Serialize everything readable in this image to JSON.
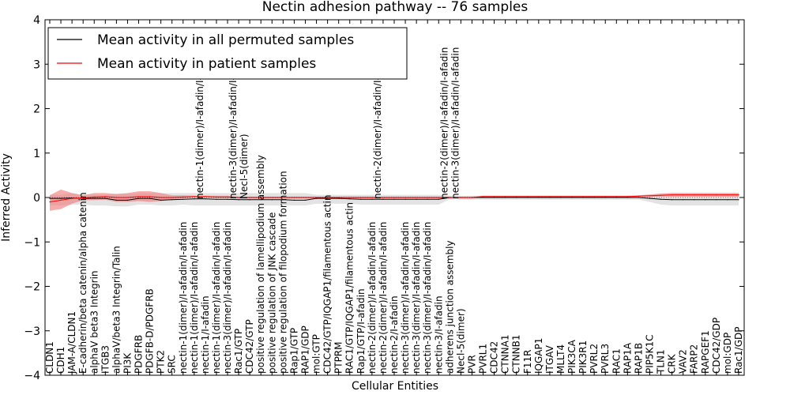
{
  "chart_data": {
    "type": "line",
    "title": "Nectin adhesion pathway -- 76 samples",
    "xlabel": "Cellular Entities",
    "ylabel": "Inferred Activity",
    "ylim": [
      -4,
      4
    ],
    "yticks": [
      4,
      3,
      2,
      1,
      0,
      -1,
      -2,
      -3,
      -4
    ],
    "ytick_labels": [
      "4",
      "3",
      "2",
      "1",
      "0",
      "−1",
      "−2",
      "−3",
      "−4"
    ],
    "grid": false,
    "legend_position": "top-left",
    "categories": [
      "CLDN1",
      "CDH1",
      "JAM-A/CLDN1",
      "E-cadherin/beta catenin/alpha catenin",
      "alphaV beta3 Integrin",
      "ITGB3",
      "alphaV/beta3 Integrin/Talin",
      "PI3K",
      "PDGFRB",
      "PDGFB-D/PDGFRB",
      "PTK2",
      "SRC",
      "nectin-1(dimer)/I-afadin/I-afadin",
      "nectin-1(dimer)/I-afadin/I-afadin",
      "nectin-1/I-afadin",
      "nectin-1(dimer)/I-afadin/I-afadin",
      "nectin-3(dimer)/I-afadin/I-afadin",
      "Rac1/GTP",
      "CDC42/GTP",
      "positive regulation of lamellipodium assembly",
      "positive regulation of JNK cascade",
      "positive regulation of filopodium formation",
      "Rap1/GTP",
      "RAP1/GDP",
      "mol:GTP",
      "CDC42/GTP/IQGAP1/filamentous actin",
      "PTPRM",
      "RAC1/GTP/IQGAP1/filamentous actin",
      "Rap1/GTP/I-afadin",
      "nectin-2(dimer)/I-afadin/I-afadin",
      "nectin-2(dimer)/I-afadin/I-afadin",
      "nectin-2/I-afadin",
      "nectin-3(dimer)/I-afadin/I-afadin",
      "nectin-3(dimer)/I-afadin/I-afadin",
      "nectin-3(dimer)/I-afadin/I-afadin",
      "nectin-3/I-afadin",
      "adherens junction assembly",
      "Necl-5(dimer)",
      "PVR",
      "PVRL1",
      "CDC42",
      "CTNNA1",
      "CTNNB1",
      "F11R",
      "IQGAP1",
      "ITGAV",
      "MLLT4",
      "PIK3CA",
      "PIK3R1",
      "PVRL2",
      "PVRL3",
      "RAC1",
      "RAP1A",
      "RAP1B",
      "PIP5K1C",
      "TLN1",
      "CRK",
      "VAV2",
      "FARP2",
      "RAPGEF1",
      "CDC42/GDP",
      "mol:GDP",
      "Rac1/GDP"
    ],
    "top_labels": [
      {
        "after": "nectin-1(dimer)/I-afadin/I-afadin",
        "text": "nectin-1(dimer)/I-afadin/I-afadin"
      },
      {
        "after": "nectin-3(dimer)/I-afadin/I-afadin",
        "text": "nectin-3(dimer)/I-afadin/I-afadin"
      },
      {
        "after": "Rac1/GTP",
        "text": "Necl-5(dimer)"
      },
      {
        "after": "nectin-2(dimer)/I-afadin/I-afadin",
        "text": "nectin-2(dimer)/I-afadin/I-afadin"
      },
      {
        "after": "nectin-3/I-afadin",
        "text": "nectin-2(dimer)/I-afadin/I-afadin"
      },
      {
        "after": "adherens junction assembly",
        "text": "nectin-3(dimer)/I-afadin/I-afadin"
      }
    ],
    "series": [
      {
        "name": "Mean activity in all permuted samples",
        "color": "#000000",
        "band_color": "#d9d9d9",
        "values": [
          -0.02,
          -0.02,
          -0.01,
          -0.02,
          -0.02,
          -0.02,
          -0.06,
          -0.06,
          -0.02,
          -0.02,
          -0.06,
          -0.05,
          -0.04,
          -0.03,
          -0.03,
          -0.04,
          -0.04,
          -0.05,
          -0.05,
          -0.05,
          -0.05,
          -0.05,
          -0.06,
          -0.06,
          -0.02,
          -0.02,
          -0.02,
          -0.03,
          -0.04,
          -0.04,
          -0.04,
          -0.04,
          -0.04,
          -0.04,
          -0.04,
          -0.04,
          0.0,
          0.0,
          0.0,
          0.0,
          0.0,
          0.0,
          0.0,
          0.0,
          0.0,
          0.0,
          0.0,
          0.0,
          0.0,
          0.0,
          0.0,
          0.0,
          0.0,
          0.0,
          -0.02,
          -0.04,
          -0.05,
          -0.05,
          -0.05,
          -0.05,
          -0.05,
          -0.05,
          -0.05
        ],
        "upper": [
          0.06,
          0.06,
          0.1,
          0.06,
          0.06,
          0.06,
          0.08,
          0.08,
          0.1,
          0.1,
          0.1,
          0.1,
          0.1,
          0.1,
          0.1,
          0.1,
          0.1,
          0.1,
          0.1,
          0.1,
          0.1,
          0.1,
          0.1,
          0.1,
          0.06,
          0.06,
          0.06,
          0.06,
          0.06,
          0.06,
          0.06,
          0.06,
          0.06,
          0.06,
          0.06,
          0.06,
          0.04,
          0.04,
          0.04,
          0.04,
          0.04,
          0.04,
          0.04,
          0.04,
          0.04,
          0.04,
          0.04,
          0.04,
          0.04,
          0.04,
          0.04,
          0.04,
          0.04,
          0.04,
          0.05,
          0.08,
          0.1,
          0.1,
          0.1,
          0.1,
          0.1,
          0.1,
          0.1
        ],
        "lower": [
          -0.18,
          -0.18,
          -0.16,
          -0.16,
          -0.18,
          -0.18,
          -0.2,
          -0.2,
          -0.16,
          -0.16,
          -0.18,
          -0.18,
          -0.16,
          -0.18,
          -0.18,
          -0.18,
          -0.18,
          -0.18,
          -0.18,
          -0.18,
          -0.18,
          -0.18,
          -0.18,
          -0.18,
          -0.14,
          -0.14,
          -0.14,
          -0.14,
          -0.16,
          -0.16,
          -0.16,
          -0.16,
          -0.16,
          -0.16,
          -0.16,
          -0.16,
          -0.04,
          -0.05,
          -0.05,
          -0.05,
          -0.05,
          -0.05,
          -0.05,
          -0.05,
          -0.05,
          -0.05,
          -0.05,
          -0.05,
          -0.05,
          -0.05,
          -0.05,
          -0.05,
          -0.05,
          -0.05,
          -0.1,
          -0.16,
          -0.18,
          -0.18,
          -0.18,
          -0.18,
          -0.18,
          -0.18,
          -0.18
        ]
      },
      {
        "name": "Mean activity in patient samples",
        "color": "#ff0000",
        "band_color": "#f08080",
        "values": [
          -0.1,
          -0.06,
          -0.02,
          -0.01,
          0.01,
          0.02,
          0.0,
          0.0,
          0.02,
          0.02,
          0.0,
          0.0,
          0.01,
          0.02,
          0.02,
          0.01,
          0.01,
          0.0,
          0.0,
          0.0,
          0.0,
          0.0,
          0.0,
          0.0,
          0.0,
          0.0,
          0.0,
          0.0,
          0.0,
          0.0,
          0.0,
          0.0,
          0.0,
          0.0,
          0.0,
          0.0,
          0.0,
          0.0,
          0.0,
          0.02,
          0.02,
          0.02,
          0.02,
          0.02,
          0.02,
          0.02,
          0.02,
          0.02,
          0.02,
          0.02,
          0.02,
          0.02,
          0.02,
          0.03,
          0.04,
          0.05,
          0.06,
          0.06,
          0.06,
          0.06,
          0.06,
          0.06,
          0.06
        ],
        "upper": [
          0.05,
          0.18,
          0.1,
          0.05,
          0.1,
          0.1,
          0.08,
          0.1,
          0.14,
          0.14,
          0.1,
          0.05,
          0.05,
          0.04,
          0.04,
          0.04,
          0.04,
          0.02,
          0.02,
          0.02,
          0.02,
          0.02,
          0.02,
          0.02,
          0.02,
          0.02,
          0.02,
          0.02,
          0.02,
          0.02,
          0.02,
          0.02,
          0.02,
          0.02,
          0.02,
          0.02,
          0.02,
          0.02,
          0.02,
          0.04,
          0.04,
          0.04,
          0.04,
          0.04,
          0.04,
          0.04,
          0.04,
          0.04,
          0.04,
          0.04,
          0.04,
          0.04,
          0.04,
          0.05,
          0.07,
          0.09,
          0.1,
          0.1,
          0.1,
          0.1,
          0.1,
          0.1,
          0.1
        ],
        "lower": [
          -0.3,
          -0.26,
          -0.14,
          -0.06,
          -0.06,
          -0.05,
          -0.1,
          -0.1,
          -0.08,
          -0.1,
          -0.08,
          -0.05,
          -0.02,
          0.0,
          0.0,
          -0.01,
          -0.01,
          -0.02,
          -0.02,
          -0.02,
          -0.02,
          -0.02,
          -0.02,
          -0.02,
          -0.02,
          -0.02,
          -0.02,
          -0.02,
          -0.02,
          -0.02,
          -0.02,
          -0.02,
          -0.02,
          -0.02,
          -0.02,
          -0.02,
          -0.02,
          -0.02,
          -0.02,
          0.0,
          0.0,
          0.0,
          0.0,
          0.0,
          0.0,
          0.0,
          0.0,
          0.0,
          0.0,
          0.0,
          0.0,
          0.0,
          0.0,
          0.01,
          0.01,
          0.02,
          0.02,
          0.02,
          0.02,
          0.02,
          0.02,
          0.02,
          0.02
        ]
      }
    ]
  }
}
